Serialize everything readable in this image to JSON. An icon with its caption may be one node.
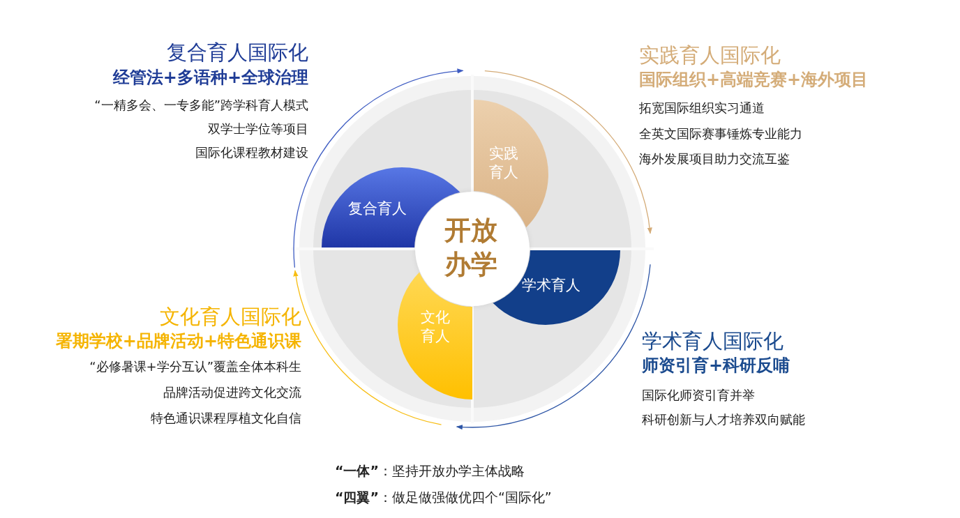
{
  "diagram": {
    "nodes": [
      {
        "text": [
          "复合育人"
        ]
      },
      {
        "text": [
          "实践育人"
        ]
      },
      {
        "text": [
          "开放办学"
        ]
      },
      {
        "text": [
          "文化育人"
        ]
      },
      {
        "text": [
          "学术育人"
        ]
      }
    ],
    "edges": [],
    "labels": [
      "复合育人国际化",
      "经管法+多语种+全球治理",
      "“一精多会、一专多能”跨学科育人模式",
      "双学士学位等项目",
      "国际化课程教材建设",
      "实践育人国际化",
      "国际组织+高端竞赛+海外项目",
      "拓宽国际组织实习通道",
      "全英文国际赛事锤炼专业能力",
      "海外发展项目助力交流互鉴",
      "文化育人国际化",
      "署期学校+品牌活动+特色通识课",
      "“必修暑课+学分互认”覆盖全体本科生",
      "品牌活动促进跨文化交流",
      "特色通识课程厚植文化自信",
      "学术育人国际化",
      "师资引育+科研反哺",
      "国际化师资引育并举",
      "科研创新与人才培养双向赋能",
      "**“一体”**：坚持开放办学主体战略",
      "**“四翼”**：做足做强做优四个“国际化”"
    ]
  }
}
